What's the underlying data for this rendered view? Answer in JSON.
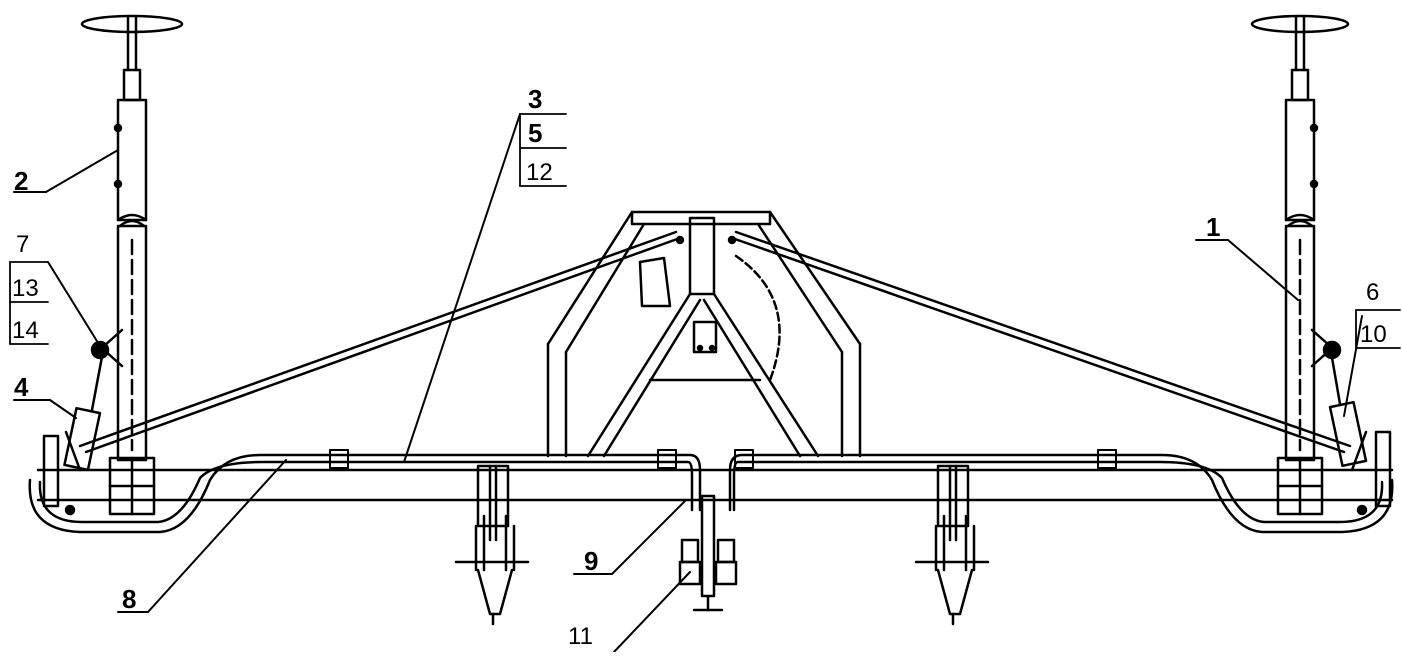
{
  "colors": {
    "ink": "#000000",
    "paper": "#ffffff"
  },
  "callouts": {
    "c1": "1",
    "c2": "2",
    "c3": "3",
    "c4": "4",
    "c5": "5",
    "c6": "6",
    "c7": "7",
    "c8": "8",
    "c9": "9",
    "c10": "10",
    "c11": "11",
    "c12": "12",
    "c13": "13",
    "c14": "14"
  }
}
